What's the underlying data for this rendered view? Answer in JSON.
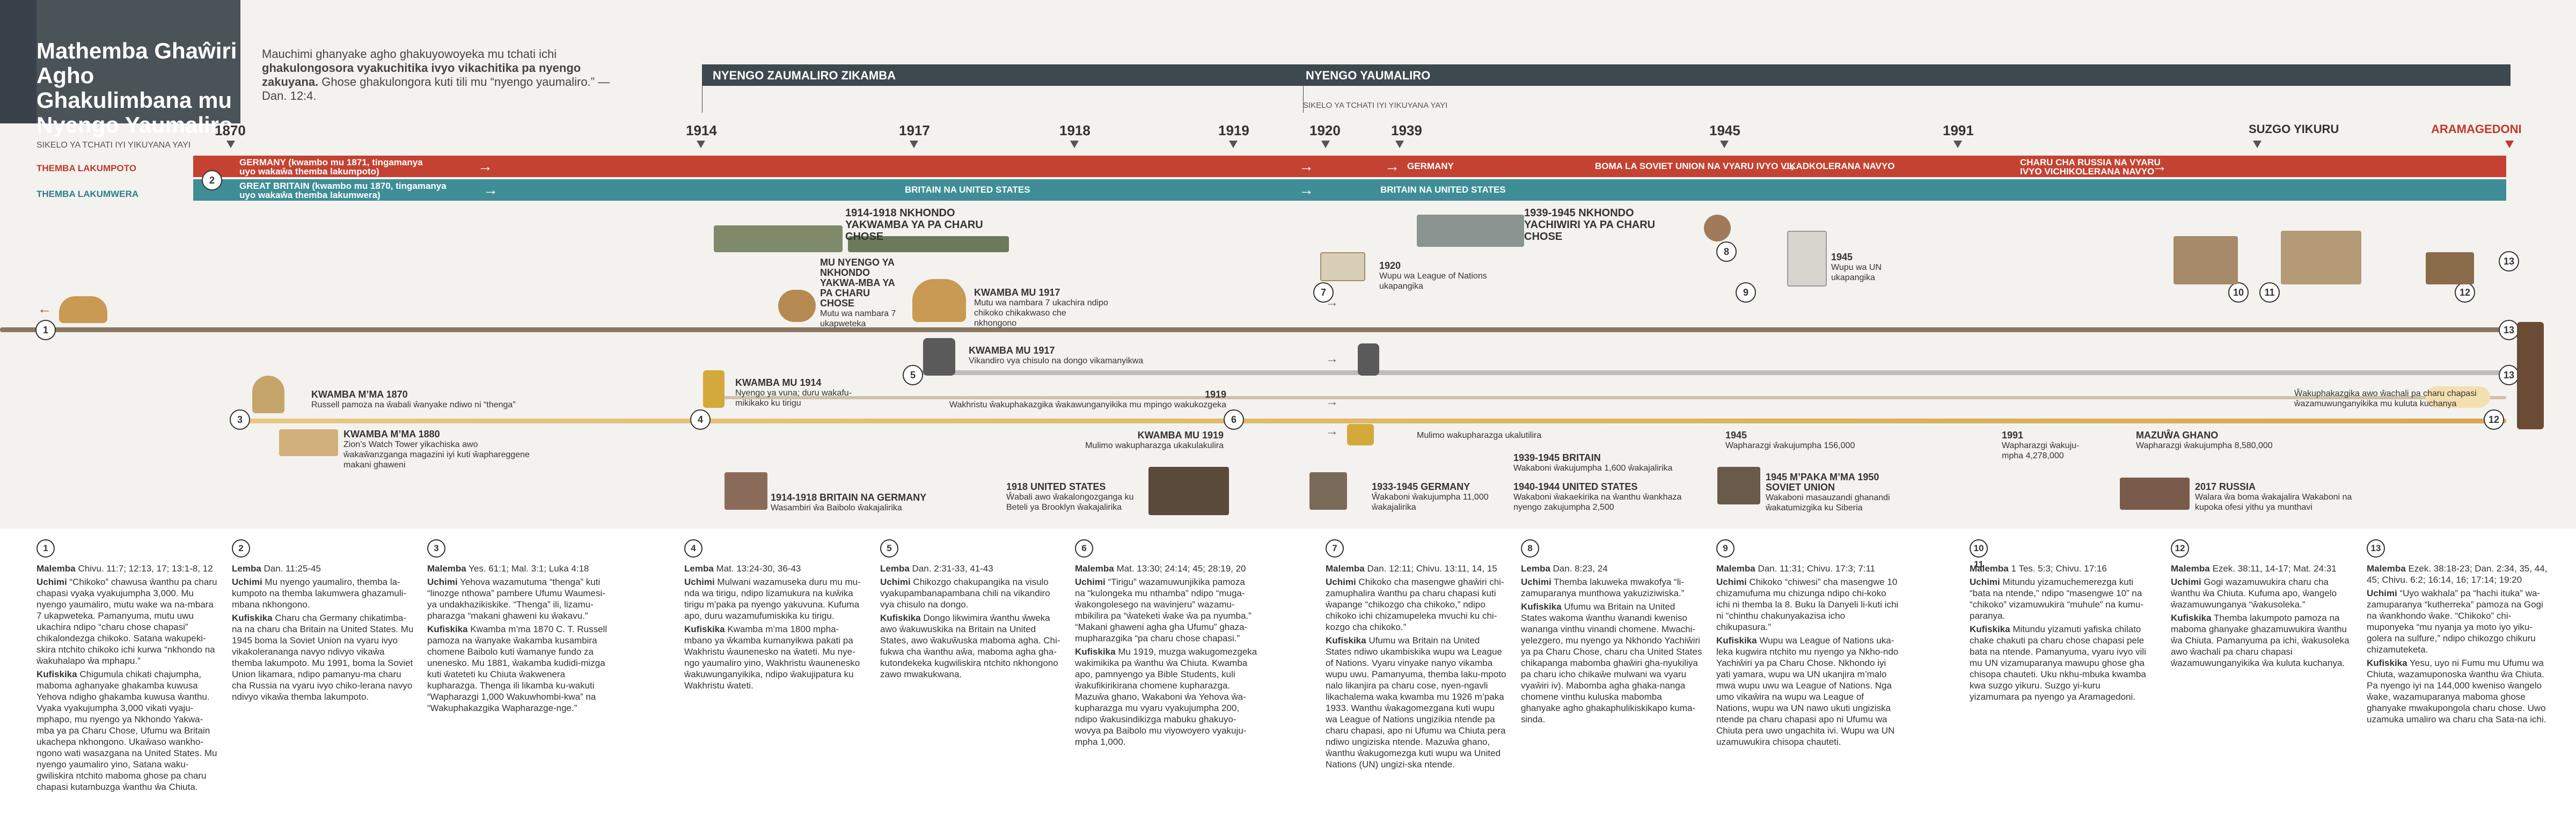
{
  "header": {
    "title": "Mathemba Ghaŵiri Agho Ghakulimbana mu Nyengo Yaumaliro",
    "quote_a": "Mauchimi ghanyake agho ghakuyowoyeka mu tchati ichi ",
    "quote_b": "ghakulongosora vyakuchitika ivyo vikachitika pa nyengo zakuyana.",
    "quote_c": " Ghose ghakulongora kuti tili mu “nyengo yaumaliro.” —Dan. 12:4."
  },
  "eras": {
    "a": "NYENGO ZAUMALIRO ZIKAMBA",
    "b": "NYENGO YAUMALIRO",
    "scale_note": "SIKELO YA TCHATI IYI YIKUYANA YAYI"
  },
  "left_labels": {
    "scale": "SIKELO YA TCHATI IYI YIKUYANA YAYI",
    "king_south": "THEMBA LAKUMPOTO",
    "king_west": "THEMBA LAKUMWERA"
  },
  "years": [
    "1870",
    "1914",
    "1917",
    "1918",
    "1919",
    "1920",
    "1939",
    "1945",
    "1991",
    "SUZGO YIKURU",
    "ARAMAGEDONI"
  ],
  "bands": {
    "north": {
      "t1": "GERMANY (kwambo mu 1871, tingamanya",
      "t2": "uyo wakaŵa themba lakumpoto)",
      "germany": "GERMANY",
      "soviet": "BOMA LA SOVIET UNION NA VYARU IVYO VIKADKOLERANA NAVYO",
      "russia1": "CHARU CHA RUSSIA NA VYARU",
      "russia2": "IVYO VICHIKOLERANA NAVYO"
    },
    "south": {
      "t1": "GREAT BRITAIN (kwambo mu 1870, tingamanya",
      "t2": "uyo wakaŵa themba lakumwera)",
      "brit1": "BRITAIN NA UNITED STATES",
      "brit2": "BRITAIN NA UNITED STATES"
    }
  },
  "events": {
    "ww1_title": "1914-1918 NKHONDO YAKWAMBA YA PA CHARU CHOSE",
    "ww2_title": "1939-1945 NKHONDO YACHIWIRI YA PA CHARU CHOSE",
    "mu_nyengo_t": "MU NYENGO YA NKHONDO YAKWA-MBA YA PA CHARU CHOSE",
    "mu_nyengo_d": "Mutu wa nambara 7 ukapweteka",
    "k1917_t": "KWAMBA MU 1917",
    "k1917_d": "Mutu wa nambara 7 ukachira ndipo chikoko chikakwaso che nkhongono",
    "e1920_t": "1920",
    "e1920_d": "Wupu wa League of Nations ukapangika",
    "e1945_t": "1945",
    "e1945_d": "Wupu wa UN ukapangika",
    "k1870_t": "KWAMBA M’MA 1870",
    "k1870_d": "Russell pamoza na ŵabali ŵanyake ndiwo ni “thenga”",
    "k1914_t": "KWAMBA MU 1914",
    "k1914_d": "Nyengo ya vuna; duru wakafu-mikikako ku tirigu",
    "k1917b_t": "KWAMBA MU 1917",
    "k1917b_d": "Vikandiro vya chisulo na dongo vikamanyikwa",
    "e1919_t": "1919",
    "e1919_d": "Wakhristu ŵakuphakazgika ŵakawunganyikika mu mpingo wakukozgeka",
    "k1880_t": "KWAMBA M’MA 1880",
    "k1880_d": "Zion’s Watch Tower yikachiska awo ŵakaŵanzganga magazini iyi kuti ŵaphareggene makani ghaweni",
    "k1919_t": "KWAMBA MU 1919",
    "k1919_d": "Mulimo wakupharazga ukakulakulira",
    "mulimo_d": "Mulimo wakupharazga ukalutilira",
    "w1945_t": "1945",
    "w1945_d": "Wapharazgi ŵakujumpha 156,000",
    "w1991_t": "1991",
    "w1991_d": "Wapharazgi ŵakuju-mpha 4,278,000",
    "mazuwa_t": "MAZUŴA GHANO",
    "mazuwa_d": "Wapharazgi ŵakujumpha 8,580,000",
    "phaka_d": "Ŵakuphakazgika awo ŵachali pa charu chapasi ŵazamuwunganyikika mu kuluta kuchanya",
    "b1914_t": "1914-1918 BRITAIN NA GERMANY",
    "b1914_d": "Wasambiri ŵa Baibolo ŵakajalirika",
    "us1918_t": "1918 UNITED STATES",
    "us1918_d": "Ŵabali awo ŵakalongozganga ku Beteli ya Brooklyn ŵakajalirika",
    "g1933_t": "1933-1945 GERMANY",
    "g1933_d": "Ŵakaboni ŵakujumpha 11,000 ŵakajalirika",
    "b1939_t": "1939-1945 BRITAIN",
    "b1939_d": "Wakaboni ŵakujumpha 1,600 ŵakajalirika",
    "us1940_t": "1940-1944 UNITED STATES",
    "us1940_d": "Wakaboni ŵakaekirika na ŵanthu ŵankhaza nyengo zakujumpha 2,500",
    "sov1945_t": "1945 M’PAKA M’MA 1950 SOVIET UNION",
    "sov1945_d": "Wakaboni masauzandi ghanandi ŵakatumizgika ku Siberia",
    "r2017_t": "2017 RUSSIA",
    "r2017_d": "Walara ŵa boma ŵakajalira Wakaboni na kupoka ofesi yithu ya munthavi"
  },
  "badges": [
    "1",
    "2",
    "3",
    "4",
    "5",
    "6",
    "7",
    "8",
    "9",
    "10",
    "11",
    "12",
    "13",
    "13",
    "13",
    "12"
  ],
  "notes": [
    {
      "num": "1",
      "ref_k": "Malemba",
      "ref": "Chivu. 11:7; 12:13, 17; 13:1-8, 12",
      "u_k": "Uchimi",
      "u": "“Chikoko” chawusa ŵanthu pa charu chapasi vyaka vyakujumpha 3,000. Mu nyengo yaumaliro, mutu wake wa na-mbara 7 ukapweteka. Pamanyuma, mutu uwu ukachira ndipo “charu chose chapasi” chikalondezga chikoko. Satana wakupeki-skira ntchito chikoko ichi kurwa “nkhondo na ŵakuhalapo ŵa mphapu.”",
      "f_k": "Kufiskika",
      "f": "Chigumula chikati chajumpha, maboma aghanyake ghakamba kuwusa Yehova ndigho ghakamba kuwusa ŵanthu. Vyaka vyakujumpha 3,000 vikati vyaju-mphapo, mu nyengo ya Nkhondo Yakwa-mba ya pa Charu Chose, Ufumu wa Britain ukachepa nkhongono. Ukaŵaso wankho-ngono wati wasazgana na United States. Mu nyengo yaumaliro yino, Satana waku-gwiliskira ntchito maboma ghose pa charu chapasi kutambuzga ŵanthu ŵa Chiuta."
    },
    {
      "num": "2",
      "ref_k": "Lemba",
      "ref": "Dan. 11:25-45",
      "u_k": "Uchimi",
      "u": "Mu nyengo yaumaliro, themba la-kumpoto na themba lakumwera ghazamuli-mbana nkhongono.",
      "f_k": "Kufiskika",
      "f": "Charu cha Germany chikatimba-na na charu cha Britain na United States. Mu 1945 boma la Soviet Union na vyaru ivyo vikakolerananga navyo ndivyo vikaŵa themba lakumpoto. Mu 1991, boma la Soviet Union likamara, ndipo pamanyu-ma charu cha Russia na vyaru ivyo chiko-lerana navyo ndivyo vikaŵa themba lakumpoto."
    },
    {
      "num": "3",
      "ref_k": "Malemba",
      "ref": "Yes. 61:1; Mal. 3:1; Luka 4:18",
      "u_k": "Uchimi",
      "u": "Yehova wazamutuma “thenga” kuti “linozge nthowa” pambere Ufumu Waumesi-ya undakhazikiskike. “Thenga” ili, lizamu-pharazga “makani ghaweni ku ŵakavu.”",
      "f_k": "Kufiskika",
      "f": "Kwamba m’ma 1870 C. T. Russell pamoza na ŵanyake ŵakamba kusambira chomene Baibolo kuti ŵamanye fundo za unenesko. Mu 1881, ŵakamba kudidi-mizga kuti ŵateteti ku Chiuta ŵakwenera kupharazga. Thenga ili likamba ku-wakuti “Wapharazgi 1,000 Wakuwhombi-kwa” na “Wakuphakazgika Wapharazge-nge.”"
    },
    {
      "num": "4",
      "ref_k": "Lemba",
      "ref": "Mat. 13:24-30, 36-43",
      "u_k": "Uchimi",
      "u": "Mulwani wazamuseka duru mu mu-nda wa tirigu, ndipo lizamukura na kuŵika tirigu m’paka pa nyengo yakuvuna. Kufuma apo, duru wazamufumiskika ku tirigu.",
      "f_k": "Kufiskika",
      "f": "Kwamba m’ma 1800 mpha-mbano ya ŵkamba kumanyikwa pakati pa Wakhristu ŵaunenesko na ŵateti. Mu nye-ngo yaumaliro yino, Wakhristu ŵaunenesko ŵakuwunganyikika, ndipo ŵakujipatura ku Wakhristu ŵateti."
    },
    {
      "num": "5",
      "ref_k": "Lemba",
      "ref": "Dan. 2:31-33, 41-43",
      "u_k": "Uchimi",
      "u": "Chikozgo chakupangika na visulo vyakupambanapambana chili na vikandiro vya chisulo na dongo.",
      "f_k": "Kufiskika",
      "f": "Dongo likwimira ŵanthu ŵweka awo ŵakuwuskika na Britain na United States, awo ŵakuŵuska maboma agha. Chi-fukwa cha ŵanthu aŵa, maboma agha gha-kutondekeka kugwiliskira ntchito nkhongono zawo mwakukwana."
    },
    {
      "num": "6",
      "ref_k": "Malemba",
      "ref": "Mat. 13:30; 24:14; 45; 28:19, 20",
      "u_k": "Uchimi",
      "u": "“Tirigu” wazamuwunjikika pamoza na “kulongeka mu nthamba” ndipo “muga-ŵakongolesego na wavinjeru” wazamu-mbikilira pa “ŵateketi ŵake ŵa pa nyumba.” “Makani ghaweni agha gha Ufumu” ghaza-mupharazgika “pa charu chose chapasi.”",
      "f_k": "Kufiskika",
      "f": "Mu 1919, muzga wakugomezgeka wakimikika pa ŵanthu ŵa Chiuta. Kwamba apo, pamnyengo ya Bible Students, kuli ŵakufikirikirana chomene kupharazga. Mazuŵa ghano, Wakaboni ŵa Yehova ŵa-kupharazga mu vyaru vyakujumpha 200, ndipo ŵakusindikizga mabuku ghakuyo-wovya pa Baibolo mu viyowoyero vyakuju-mpha 1,000."
    },
    {
      "num": "7",
      "ref_k": "Malemba",
      "ref": "Dan. 12:11; Chivu. 13:11, 14, 15",
      "u_k": "Uchimi",
      "u": "Chikoko cha masengwe ghaŵiri chi-zamuphalira ŵanthu pa charu chapasi kuti ŵapange “chikozgo cha chikoko,” ndipo chikoko ichi chizamupeleka mvuchi ku chi-kozgo cha chikoko.”",
      "f_k": "Kufiskika",
      "f": "Ufumu wa Britain na United States ndiwo ukambiskika wupu wa League of Nations. Vyaru vinyake nanyo vikamba wupu uwu. Pamanyuma, themba laku-mpoto nalo likanjira pa charu cose, nyen-ngavli likachalema waka kwamba mu 1926 m’paka 1933. Wanthu ŵakagomezgana kuti wupu wa League of Nations ungizikia ntende pa charu chapasi, apo ni Ufumu wa Chiuta pera ndiwo ungiziska ntende. Mazuŵa ghano, ŵanthu ŵakugomezga kuti wupu wa United Nations (UN) ungizi-ska ntende."
    },
    {
      "num": "8",
      "ref_k": "Lemba",
      "ref": "Dan. 8:23, 24",
      "u_k": "Uchimi",
      "u": "Themba lakuweka mwakofya “li-zamuparanya munthowa yakuziziwiska.”",
      "f_k": "Kufiskika",
      "f": "Ufumu wa Britain na United States wakoma ŵanthu ŵanandi kweniso wananga vinthu vinandi chomene. Mwachi-yelezgero, mu nyengo ya Nkhondo Yachiŵiri ya pa Charu Chose, charu cha United States chikapanga mabomba ghaŵiri gha-nyukiliya pa charu icho chikaŵe mulwani wa vyaru vyaŵiri iv). Mabomba agha ghaka-nanga chomene vinthu kuluska mabomba ghanyake agho ghakaphulikiskikapo kuma-sinda."
    },
    {
      "num": "9",
      "ref_k": "Malemba",
      "ref": "Dan. 11:31; Chivu. 17:3; 7:11",
      "u_k": "Uchimi",
      "u": "Chikoko “chiwesi” cha masengwe 10 chizamufuma mu chizunga ndipo chi-koko ichi ni themba la 8. Buku la Danyeli li-kuti ichi ni “chinthu chakunyakazisa icho chikupasura.”",
      "f_k": "Kufiskika",
      "f": "Wupu wa League of Nations uka-leka kugwira ntchito mu nyengo ya Nkho-ndo Yachiŵiri ya pa Charu Chose. Nkhondo iyi yati yamara, wupu wa UN ukanjira m’malo mwa wupu uwu wa League of Nations. Nga umo vikaŵira na wupu wa League of Nations, wupu wa UN nawo ukuti ungiziska ntende pa charu chapasi apo ni Ufumu wa Chiuta pera uwo ungachita ivi. Wupu wa UN uzamuwukira chisopa chauteti."
    },
    {
      "num": "10 11",
      "ref_k": "Malemba",
      "ref": "1 Tes. 5:3; Chivu. 17:16",
      "u_k": "Uchimi",
      "u": "Mitundu yizamuchemerezga kuti “bata na ntende,” ndipo “masengwe 10” na “chikoko” vizamuwukira “muhule” na kumu-paranya.",
      "f_k": "Kufiskika",
      "f": "Mitundu yizamuti yafiska chilato chake chakuti pa charu chose chapasi pele bata na ntende. Pamanyuma, vyaru ivyo vili mu UN vizamuparanya mawupu ghose gha chisopa chauteti. Uku nkhu-mbuka kwamba kwa suzgo yikuru. Suzgo yi-kuru yizamumara pa nyengo ya Aramagedoni."
    },
    {
      "num": "12",
      "ref_k": "Malemba",
      "ref": "Ezek. 38:11, 14-17; Mat. 24:31",
      "u_k": "Uchimi",
      "u": "Gogi wazamuwukira charu cha ŵanthu ŵa Chiuta. Kufuma apo, ŵangelo ŵazamuwunganya “ŵakusoleka.”",
      "f_k": "Kufiskika",
      "f": "Themba lakumpoto pamoza na maboma ghanyake ghazamuwukira ŵanthu ŵa Chiuta. Pamanyuma pa ichi, ŵakusoleka awo ŵachali pa charu chapasi ŵazamuwunganyikika ŵa kuluta kuchanya."
    },
    {
      "num": "13",
      "ref_k": "Malemba",
      "ref": "Ezek. 38:18-23; Dan. 2:34, 35, 44, 45; Chivu. 6:2; 16:14, 16; 17:14; 19:20",
      "u_k": "Uchimi",
      "u": "“Uyo wakhala” pa “hachi ituka” wa-zamuparanya “kutherreka” pamoza na Gogi na ŵankhondo ŵake. “Chikoko” chi-muponyeka “mu nyanja ya moto iyo yiku-golera na sulfure,” ndipo chikozgo chikuru chizamuteketa.",
      "f_k": "Kufiskika",
      "f": "Yesu, uyo ni Fumu mu Ufumu wa Chiuta, wazamuponoska ŵanthu ŵa Chiuta. Pa nyengo iyi na 144,000 kweniso ŵangelo ŵake, wazamuparanya maboma ghose ghanyake mwakupongola charu chose. Uwo uzamuka umaliro wa charu cha Sata-na ichi."
    }
  ]
}
